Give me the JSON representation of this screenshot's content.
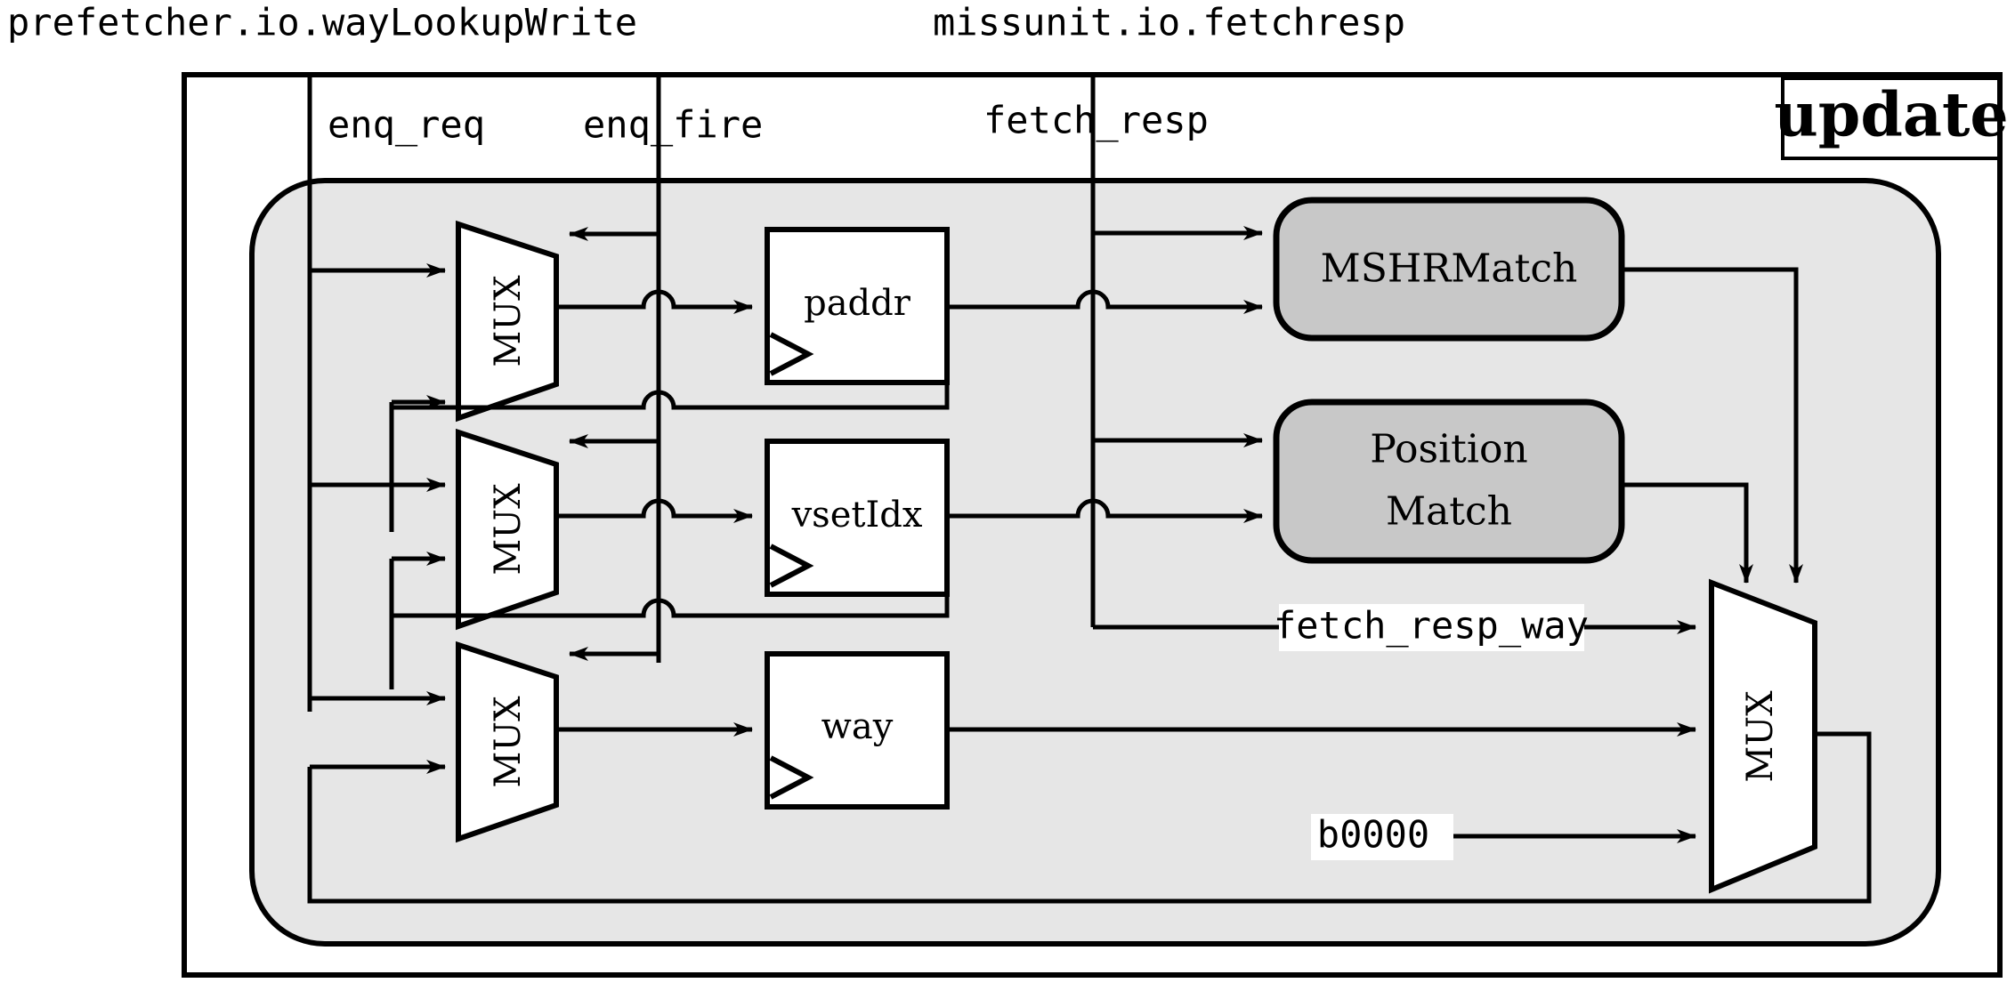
{
  "diagram": {
    "title_badge": "update",
    "external_ports": [
      {
        "name": "prefetcher.io.wayLookupWrite"
      },
      {
        "name": "missunit.io.fetchresp"
      }
    ],
    "signal_buses": [
      {
        "name": "enq_req"
      },
      {
        "name": "enq_fire"
      },
      {
        "name": "fetch_resp"
      }
    ],
    "mux_label": "MUX",
    "muxes": [
      {
        "id": "mux-paddr",
        "label": "MUX"
      },
      {
        "id": "mux-vsetidx",
        "label": "MUX"
      },
      {
        "id": "mux-way",
        "label": "MUX"
      },
      {
        "id": "mux-output",
        "label": "MUX"
      }
    ],
    "registers": [
      {
        "id": "reg-paddr",
        "label": "paddr"
      },
      {
        "id": "reg-vsetidx",
        "label": "vsetIdx"
      },
      {
        "id": "reg-way",
        "label": "way"
      }
    ],
    "match_blocks": [
      {
        "id": "mshr-match",
        "label": "MSHRMatch",
        "lines": [
          "MSHRMatch"
        ]
      },
      {
        "id": "position-match",
        "label": "Position Match",
        "lines": [
          "Position",
          "Match"
        ]
      }
    ],
    "wire_labels": [
      {
        "id": "fetch-resp-way",
        "text": "fetch_resp_way"
      },
      {
        "id": "const-b0000",
        "text": "b0000"
      }
    ],
    "colors": {
      "page_background": "#ffffff",
      "inner_region_fill": "#e6e6e6",
      "match_block_fill": "#c8c8c8",
      "block_fill": "#ffffff",
      "stroke": "#000000",
      "label_background": "#ffffff"
    }
  }
}
